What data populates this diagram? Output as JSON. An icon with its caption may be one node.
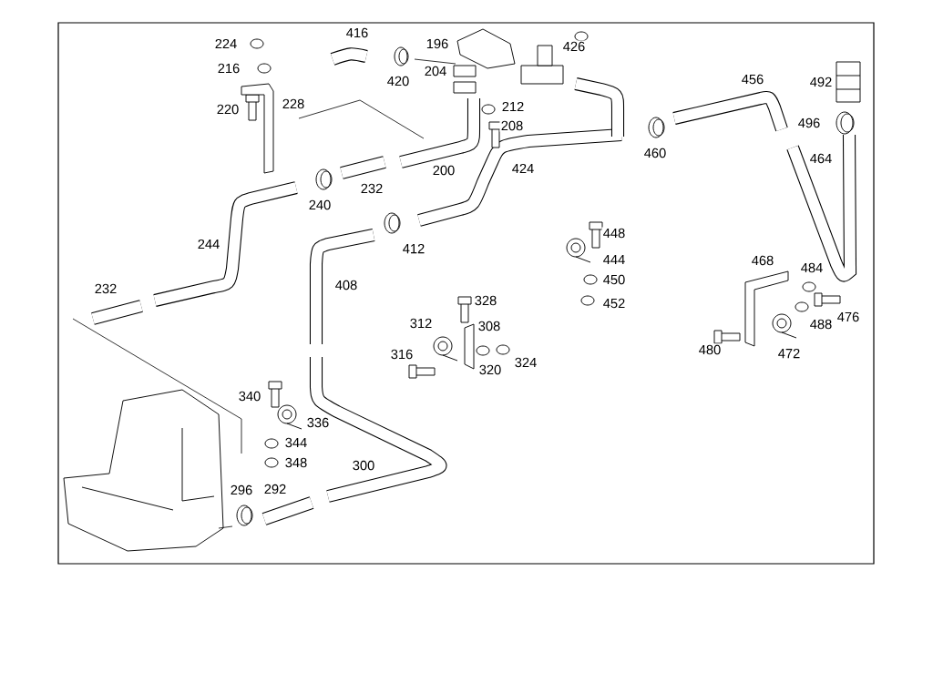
{
  "diagram": {
    "labels": [
      "416",
      "224",
      "196",
      "426",
      "216",
      "204",
      "420",
      "456",
      "492",
      "228",
      "220",
      "212",
      "208",
      "496",
      "460",
      "424",
      "464",
      "200",
      "232",
      "240",
      "448",
      "244",
      "412",
      "444",
      "468",
      "484",
      "450",
      "232",
      "408",
      "328",
      "452",
      "476",
      "312",
      "308",
      "488",
      "316",
      "320",
      "324",
      "480",
      "472",
      "340",
      "336",
      "344",
      "348",
      "300",
      "296",
      "292"
    ]
  }
}
